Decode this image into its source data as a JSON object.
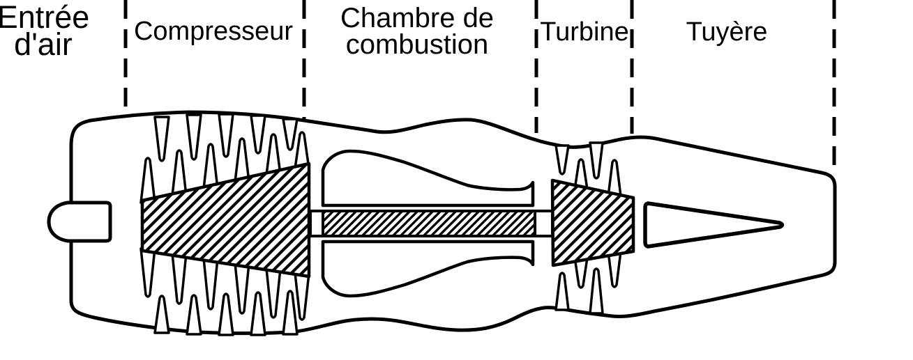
{
  "diagram": {
    "kind": "turbojet-engine-cross-section",
    "colors": {
      "ink": "#000000",
      "paper": "#ffffff"
    },
    "sections": [
      {
        "name": "air-intake",
        "label": "Entrée d'air",
        "display": "Entrée\nd'air"
      },
      {
        "name": "compressor",
        "label": "Compresseur",
        "display": "Compresseur"
      },
      {
        "name": "combustion-chamber",
        "label": "Chambre de combustion",
        "display": "Chambre de\ncombustion"
      },
      {
        "name": "turbine",
        "label": "Turbine",
        "display": "Turbine"
      },
      {
        "name": "nozzle",
        "label": "Tuyère",
        "display": "Tuyère"
      }
    ],
    "dividers": {
      "style": "dashed",
      "x_positions": [
        180,
        436,
        769,
        906,
        1196
      ]
    },
    "components": [
      "engine-casing",
      "inlet-bullet",
      "compressor-drum",
      "compressor-stator-vanes",
      "compressor-rotor-blades",
      "drive-shaft",
      "combustion-liner-upper",
      "combustion-liner-lower",
      "turbine-disc",
      "turbine-stator-vanes",
      "turbine-rotor-blades",
      "exhaust-cone"
    ]
  }
}
